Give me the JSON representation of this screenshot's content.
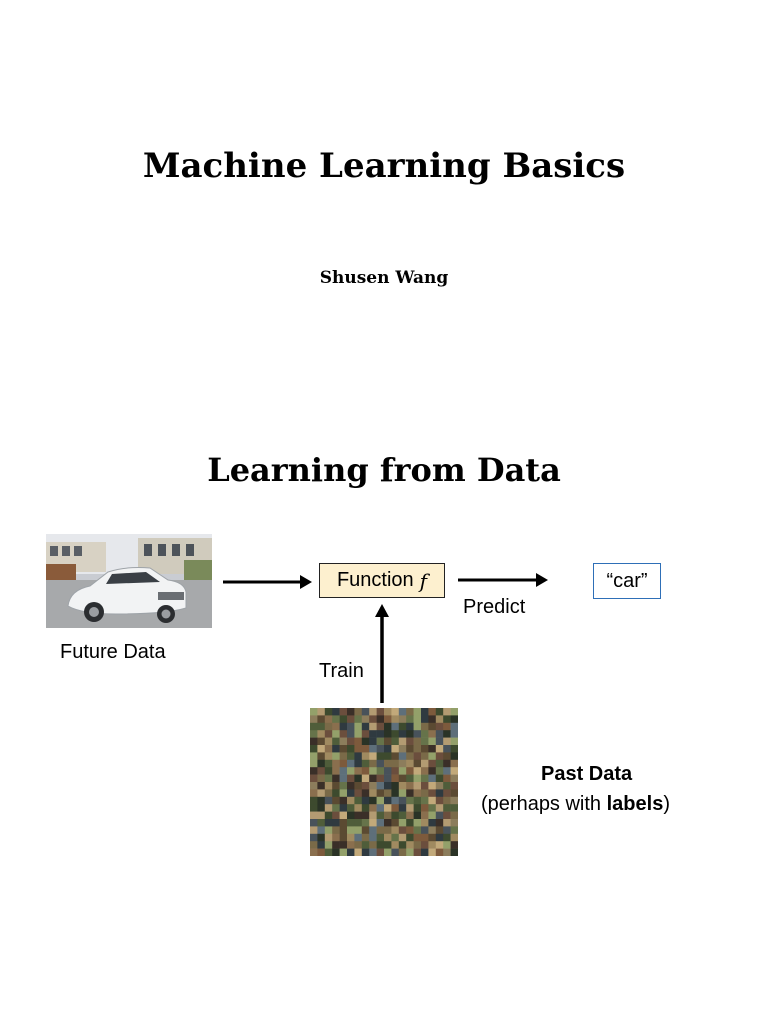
{
  "slide1": {
    "title": "Machine Learning Basics",
    "author": "Shusen Wang"
  },
  "slide2": {
    "title": "Learning from Data",
    "future_data_label": "Future Data",
    "function_label": "Function",
    "function_symbol": "f",
    "predict_label": "Predict",
    "output_label": "“car”",
    "train_label": "Train",
    "past_data_title": "Past Data",
    "past_data_sub_prefix": "(perhaps with ",
    "past_data_sub_bold": "labels",
    "past_data_sub_suffix": ")"
  },
  "colors": {
    "function_box_fill": "#fdf0cf",
    "output_box_border": "#2e6fb7"
  },
  "icons": {
    "car_photo": "car-photo",
    "dataset_mosaic": "image-mosaic"
  }
}
